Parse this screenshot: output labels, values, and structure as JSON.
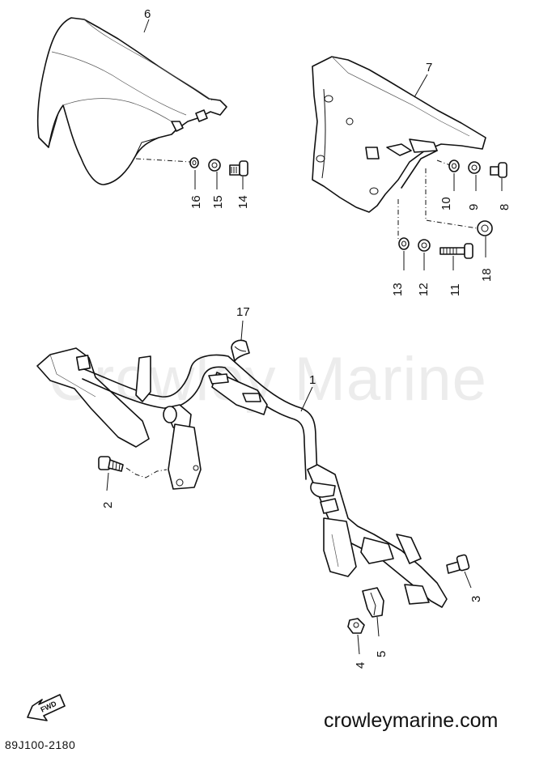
{
  "watermark": "Crowley Marine",
  "site": "crowleymarine.com",
  "diagram_code": "89J100-2180",
  "fwd_label": "FWD",
  "callouts": {
    "c1": "1",
    "c2": "2",
    "c3": "3",
    "c4": "4",
    "c5": "5",
    "c6": "6",
    "c7": "7",
    "c8": "8",
    "c9": "9",
    "c10": "10",
    "c11": "11",
    "c12": "12",
    "c13": "13",
    "c14": "14",
    "c15": "15",
    "c16": "16",
    "c17": "17",
    "c18": "18"
  }
}
